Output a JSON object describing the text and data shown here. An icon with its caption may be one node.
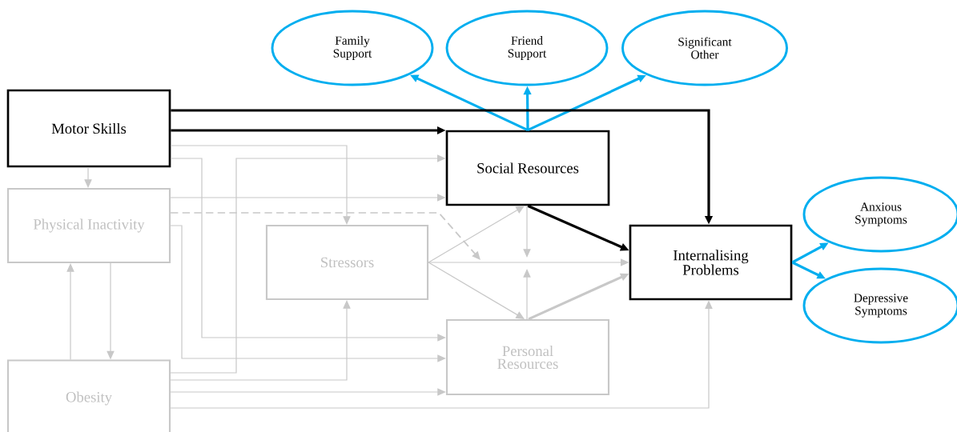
{
  "diagram": {
    "nodes": [
      {
        "text": [
          "Family Support"
        ]
      },
      {
        "text": [
          "Friend Support"
        ]
      },
      {
        "text": [
          "Significant Other"
        ]
      },
      {
        "text": [
          "Motor Skills"
        ]
      },
      {
        "text": [
          "Social Resources"
        ]
      },
      {
        "text": [
          "Physical Inactivity"
        ]
      },
      {
        "text": [
          "Stressors"
        ]
      },
      {
        "text": [
          "Internalising Problems"
        ]
      },
      {
        "text": [
          "Anxious Symptoms"
        ]
      },
      {
        "text": [
          "Depressive Symptoms"
        ]
      },
      {
        "text": [
          "Personal Resources"
        ]
      },
      {
        "text": [
          "Obesity"
        ]
      }
    ],
    "edges": [
      {
        "from": 4,
        "to": 0,
        "arrow": "to",
        "style": "thick",
        "color": "#00aeef"
      },
      {
        "from": 4,
        "to": 1,
        "arrow": "to",
        "style": "thick",
        "color": "#00aeef"
      },
      {
        "from": 4,
        "to": 2,
        "arrow": "to",
        "style": "thick",
        "color": "#00aeef"
      },
      {
        "from": 3,
        "to": 4,
        "arrow": "to",
        "style": "thick",
        "color": "#000000"
      },
      {
        "from": 3,
        "to": 7,
        "arrow": "to",
        "style": "thick",
        "color": "#000000"
      },
      {
        "from": 4,
        "to": 7,
        "arrow": "to",
        "style": "thick",
        "color": "#000000"
      },
      {
        "from": 7,
        "to": 8,
        "arrow": "to",
        "style": "thick",
        "color": "#00aeef"
      },
      {
        "from": 7,
        "to": 9,
        "arrow": "to",
        "style": "thick",
        "color": "#00aeef"
      },
      {
        "from": 3,
        "to": 5,
        "arrow": "to"
      },
      {
        "from": 3,
        "to": 6,
        "arrow": "to"
      },
      {
        "from": 3,
        "to": 10,
        "arrow": "to"
      },
      {
        "from": 5,
        "to": 4,
        "arrow": "to"
      },
      {
        "from": 5,
        "to": null,
        "arrow": "to",
        "style": "dashed"
      },
      {
        "from": 5,
        "to": 10,
        "arrow": "to"
      },
      {
        "from": 5,
        "to": 11,
        "arrow": "to"
      },
      {
        "from": 11,
        "to": 5,
        "arrow": "to"
      },
      {
        "from": 11,
        "to": 4,
        "arrow": "to"
      },
      {
        "from": 11,
        "to": 6,
        "arrow": "to"
      },
      {
        "from": 11,
        "to": 10,
        "arrow": "to"
      },
      {
        "from": 11,
        "to": 7,
        "arrow": "to"
      },
      {
        "from": 6,
        "to": 4,
        "arrow": "to"
      },
      {
        "from": 6,
        "to": 7,
        "arrow": "to"
      },
      {
        "from": 6,
        "to": 10,
        "arrow": "to"
      },
      {
        "from": 4,
        "to": null,
        "arrow": "to"
      },
      {
        "from": 10,
        "to": null,
        "arrow": "to"
      },
      {
        "from": 10,
        "to": 7,
        "arrow": "to",
        "style": "thick"
      }
    ]
  }
}
